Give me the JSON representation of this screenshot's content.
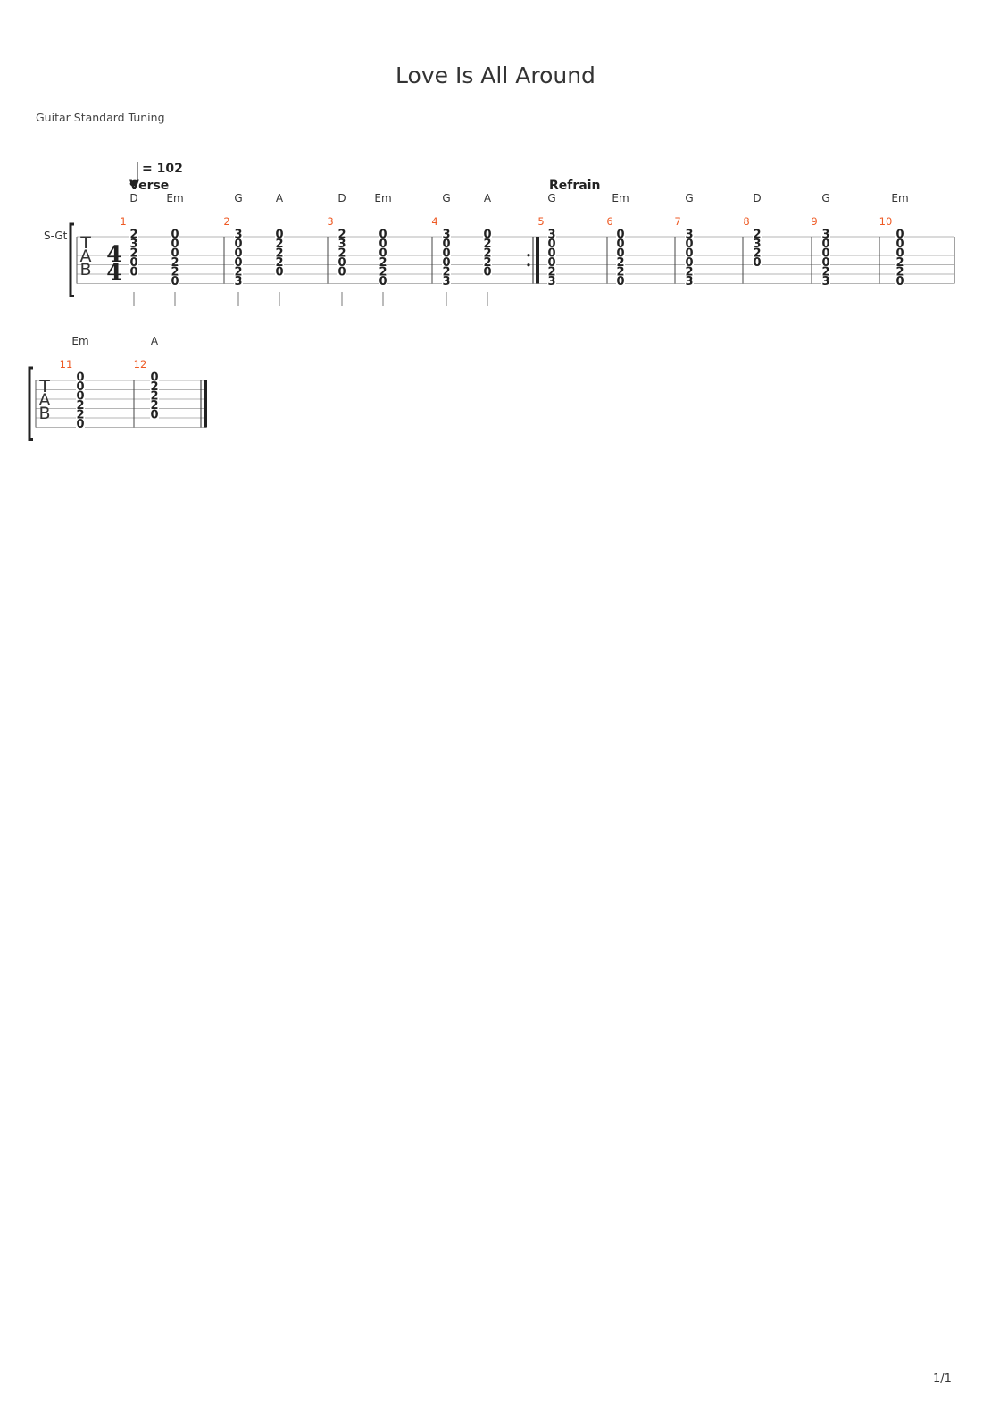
{
  "title": "Love Is All Around",
  "tuning": "Guitar Standard Tuning",
  "instrument": "S-Gt",
  "tempo": "= 102",
  "time_signature": {
    "top": "4",
    "bottom": "4"
  },
  "tab_letters": [
    "T",
    "A",
    "B"
  ],
  "page": "1/1",
  "systems": [
    {
      "sections": [
        {
          "label": "Verse",
          "bar": 1
        },
        {
          "label": "Refrain",
          "bar": 5
        }
      ],
      "bars": [
        {
          "number": "1",
          "beats": [
            {
              "chord": "D",
              "frets": [
                "2",
                "3",
                "2",
                "0",
                "0",
                ""
              ]
            },
            {
              "chord": "Em",
              "frets": [
                "0",
                "0",
                "0",
                "2",
                "2",
                "0"
              ]
            }
          ]
        },
        {
          "number": "2",
          "beats": [
            {
              "chord": "G",
              "frets": [
                "3",
                "0",
                "0",
                "0",
                "2",
                "3"
              ]
            },
            {
              "chord": "A",
              "frets": [
                "0",
                "2",
                "2",
                "2",
                "0",
                ""
              ]
            }
          ]
        },
        {
          "number": "3",
          "beats": [
            {
              "chord": "D",
              "frets": [
                "2",
                "3",
                "2",
                "0",
                "0",
                ""
              ]
            },
            {
              "chord": "Em",
              "frets": [
                "0",
                "0",
                "0",
                "2",
                "2",
                "0"
              ]
            }
          ]
        },
        {
          "number": "4",
          "beats": [
            {
              "chord": "G",
              "frets": [
                "3",
                "0",
                "0",
                "0",
                "2",
                "3"
              ]
            },
            {
              "chord": "A",
              "frets": [
                "0",
                "2",
                "2",
                "2",
                "0",
                ""
              ]
            }
          ]
        },
        {
          "number": "5",
          "beats": [
            {
              "chord": "G",
              "frets": [
                "3",
                "0",
                "0",
                "0",
                "2",
                "3"
              ]
            }
          ]
        },
        {
          "number": "6",
          "beats": [
            {
              "chord": "Em",
              "frets": [
                "0",
                "0",
                "0",
                "2",
                "2",
                "0"
              ]
            }
          ]
        },
        {
          "number": "7",
          "beats": [
            {
              "chord": "G",
              "frets": [
                "3",
                "0",
                "0",
                "0",
                "2",
                "3"
              ]
            }
          ]
        },
        {
          "number": "8",
          "beats": [
            {
              "chord": "D",
              "frets": [
                "2",
                "3",
                "2",
                "0",
                "",
                ""
              ]
            }
          ]
        },
        {
          "number": "9",
          "beats": [
            {
              "chord": "G",
              "frets": [
                "3",
                "0",
                "0",
                "0",
                "2",
                "3"
              ]
            }
          ]
        },
        {
          "number": "10",
          "beats": [
            {
              "chord": "Em",
              "frets": [
                "0",
                "0",
                "0",
                "2",
                "2",
                "0"
              ]
            }
          ]
        }
      ]
    },
    {
      "sections": [],
      "bars": [
        {
          "number": "11",
          "beats": [
            {
              "chord": "Em",
              "frets": [
                "0",
                "0",
                "0",
                "2",
                "2",
                "0"
              ]
            }
          ]
        },
        {
          "number": "12",
          "beats": [
            {
              "chord": "A",
              "frets": [
                "0",
                "2",
                "2",
                "2",
                "0",
                ""
              ]
            }
          ]
        }
      ]
    }
  ]
}
